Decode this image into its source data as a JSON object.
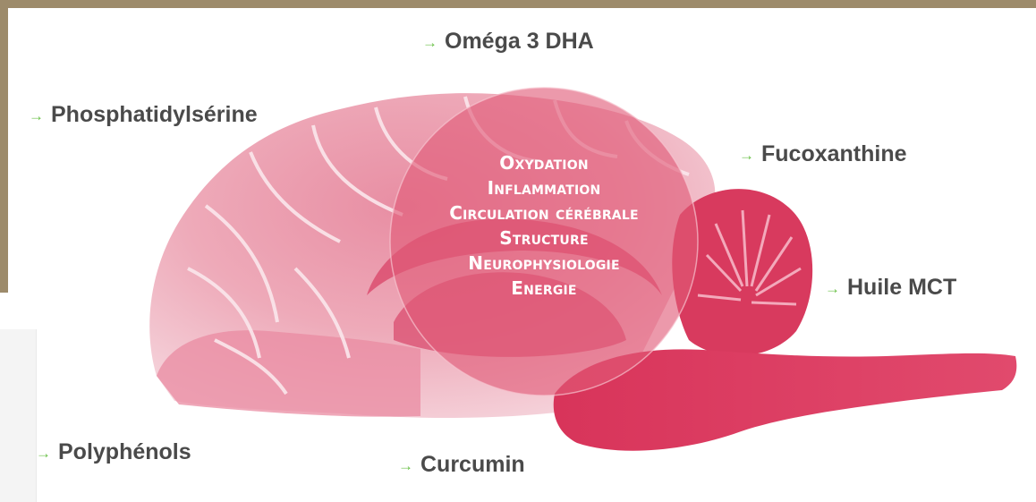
{
  "nutrients": [
    {
      "id": "omega3",
      "label": "Oméga 3 DHA"
    },
    {
      "id": "phosphatidylserine",
      "label": "Phosphatidylsérine"
    },
    {
      "id": "fucoxanthine",
      "label": "Fucoxanthine"
    },
    {
      "id": "huile_mct",
      "label": "Huile MCT"
    },
    {
      "id": "polyphenols",
      "label": "Polyphénols"
    },
    {
      "id": "curcumin",
      "label": "Curcumin"
    }
  ],
  "factors": [
    "Oxydation",
    "Inflammation",
    "Circulation cérébrale",
    "Structure",
    "Neurophysiologie",
    "Energie"
  ],
  "arrow_glyph": "→",
  "colors": {
    "frame": "#9d8b6b",
    "arrow": "#6cc24a",
    "label_text": "#4a4a4a",
    "brain_light": "#f2c5cf",
    "brain_mid": "#e07890",
    "brain_dark": "#d63b5e",
    "circle": "#e05a78"
  },
  "icons": [
    "brain-illustration",
    "arrow-right-icon"
  ]
}
